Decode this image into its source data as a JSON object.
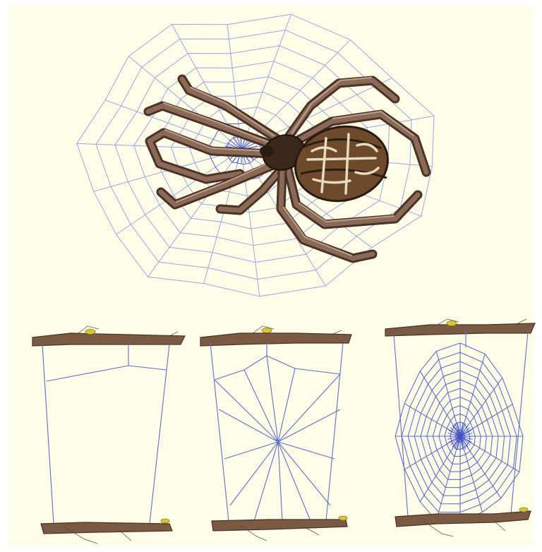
{
  "scene": {
    "background_color": "#fefde7",
    "thread_color": "#5f6fc9",
    "twig_color": "#7a5a43",
    "spider_color": "#6e4a2c",
    "top_illustration": "orb-weaver-spider-on-web",
    "stages": [
      {
        "name": "frame-threads",
        "radials": 3,
        "spiral_rings": 0
      },
      {
        "name": "radial-threads",
        "radials": 14,
        "spiral_rings": 0
      },
      {
        "name": "spiral-web",
        "radials": 16,
        "spiral_rings": 11
      }
    ]
  }
}
